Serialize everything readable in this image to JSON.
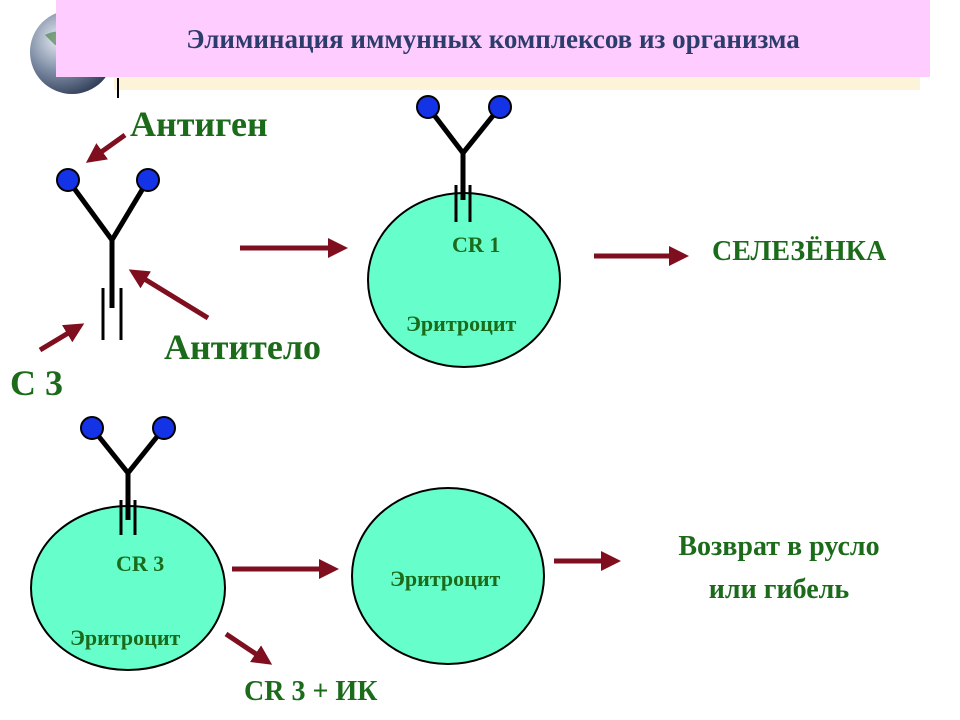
{
  "title": "Элиминация иммунных комплексов из организма",
  "labels": {
    "antigen": "Антиген",
    "antibody": "Антитело",
    "c3": "С 3",
    "spleen": "СЕЛЕЗЁНКА",
    "return_line1": "Возврат  в  русло",
    "return_line2": "или  гибель",
    "cr3_ik": "CR 3 + ИК"
  },
  "cells": [
    {
      "receptor": "CR 1",
      "name": "Эритроцит"
    },
    {
      "receptor": "CR 3",
      "name": "Эритроцит"
    },
    {
      "name": "Эритроцит"
    }
  ],
  "colors": {
    "title_bg": "#ffccff",
    "title_text": "#2d3d6b",
    "header_band": "#fdf3d8",
    "label_green": "#1b6b1b",
    "arrow": "#7f0f1f",
    "cell_fill": "#66ffcc",
    "antigen_dot": "#1533e6",
    "antibody_line": "#000000"
  }
}
